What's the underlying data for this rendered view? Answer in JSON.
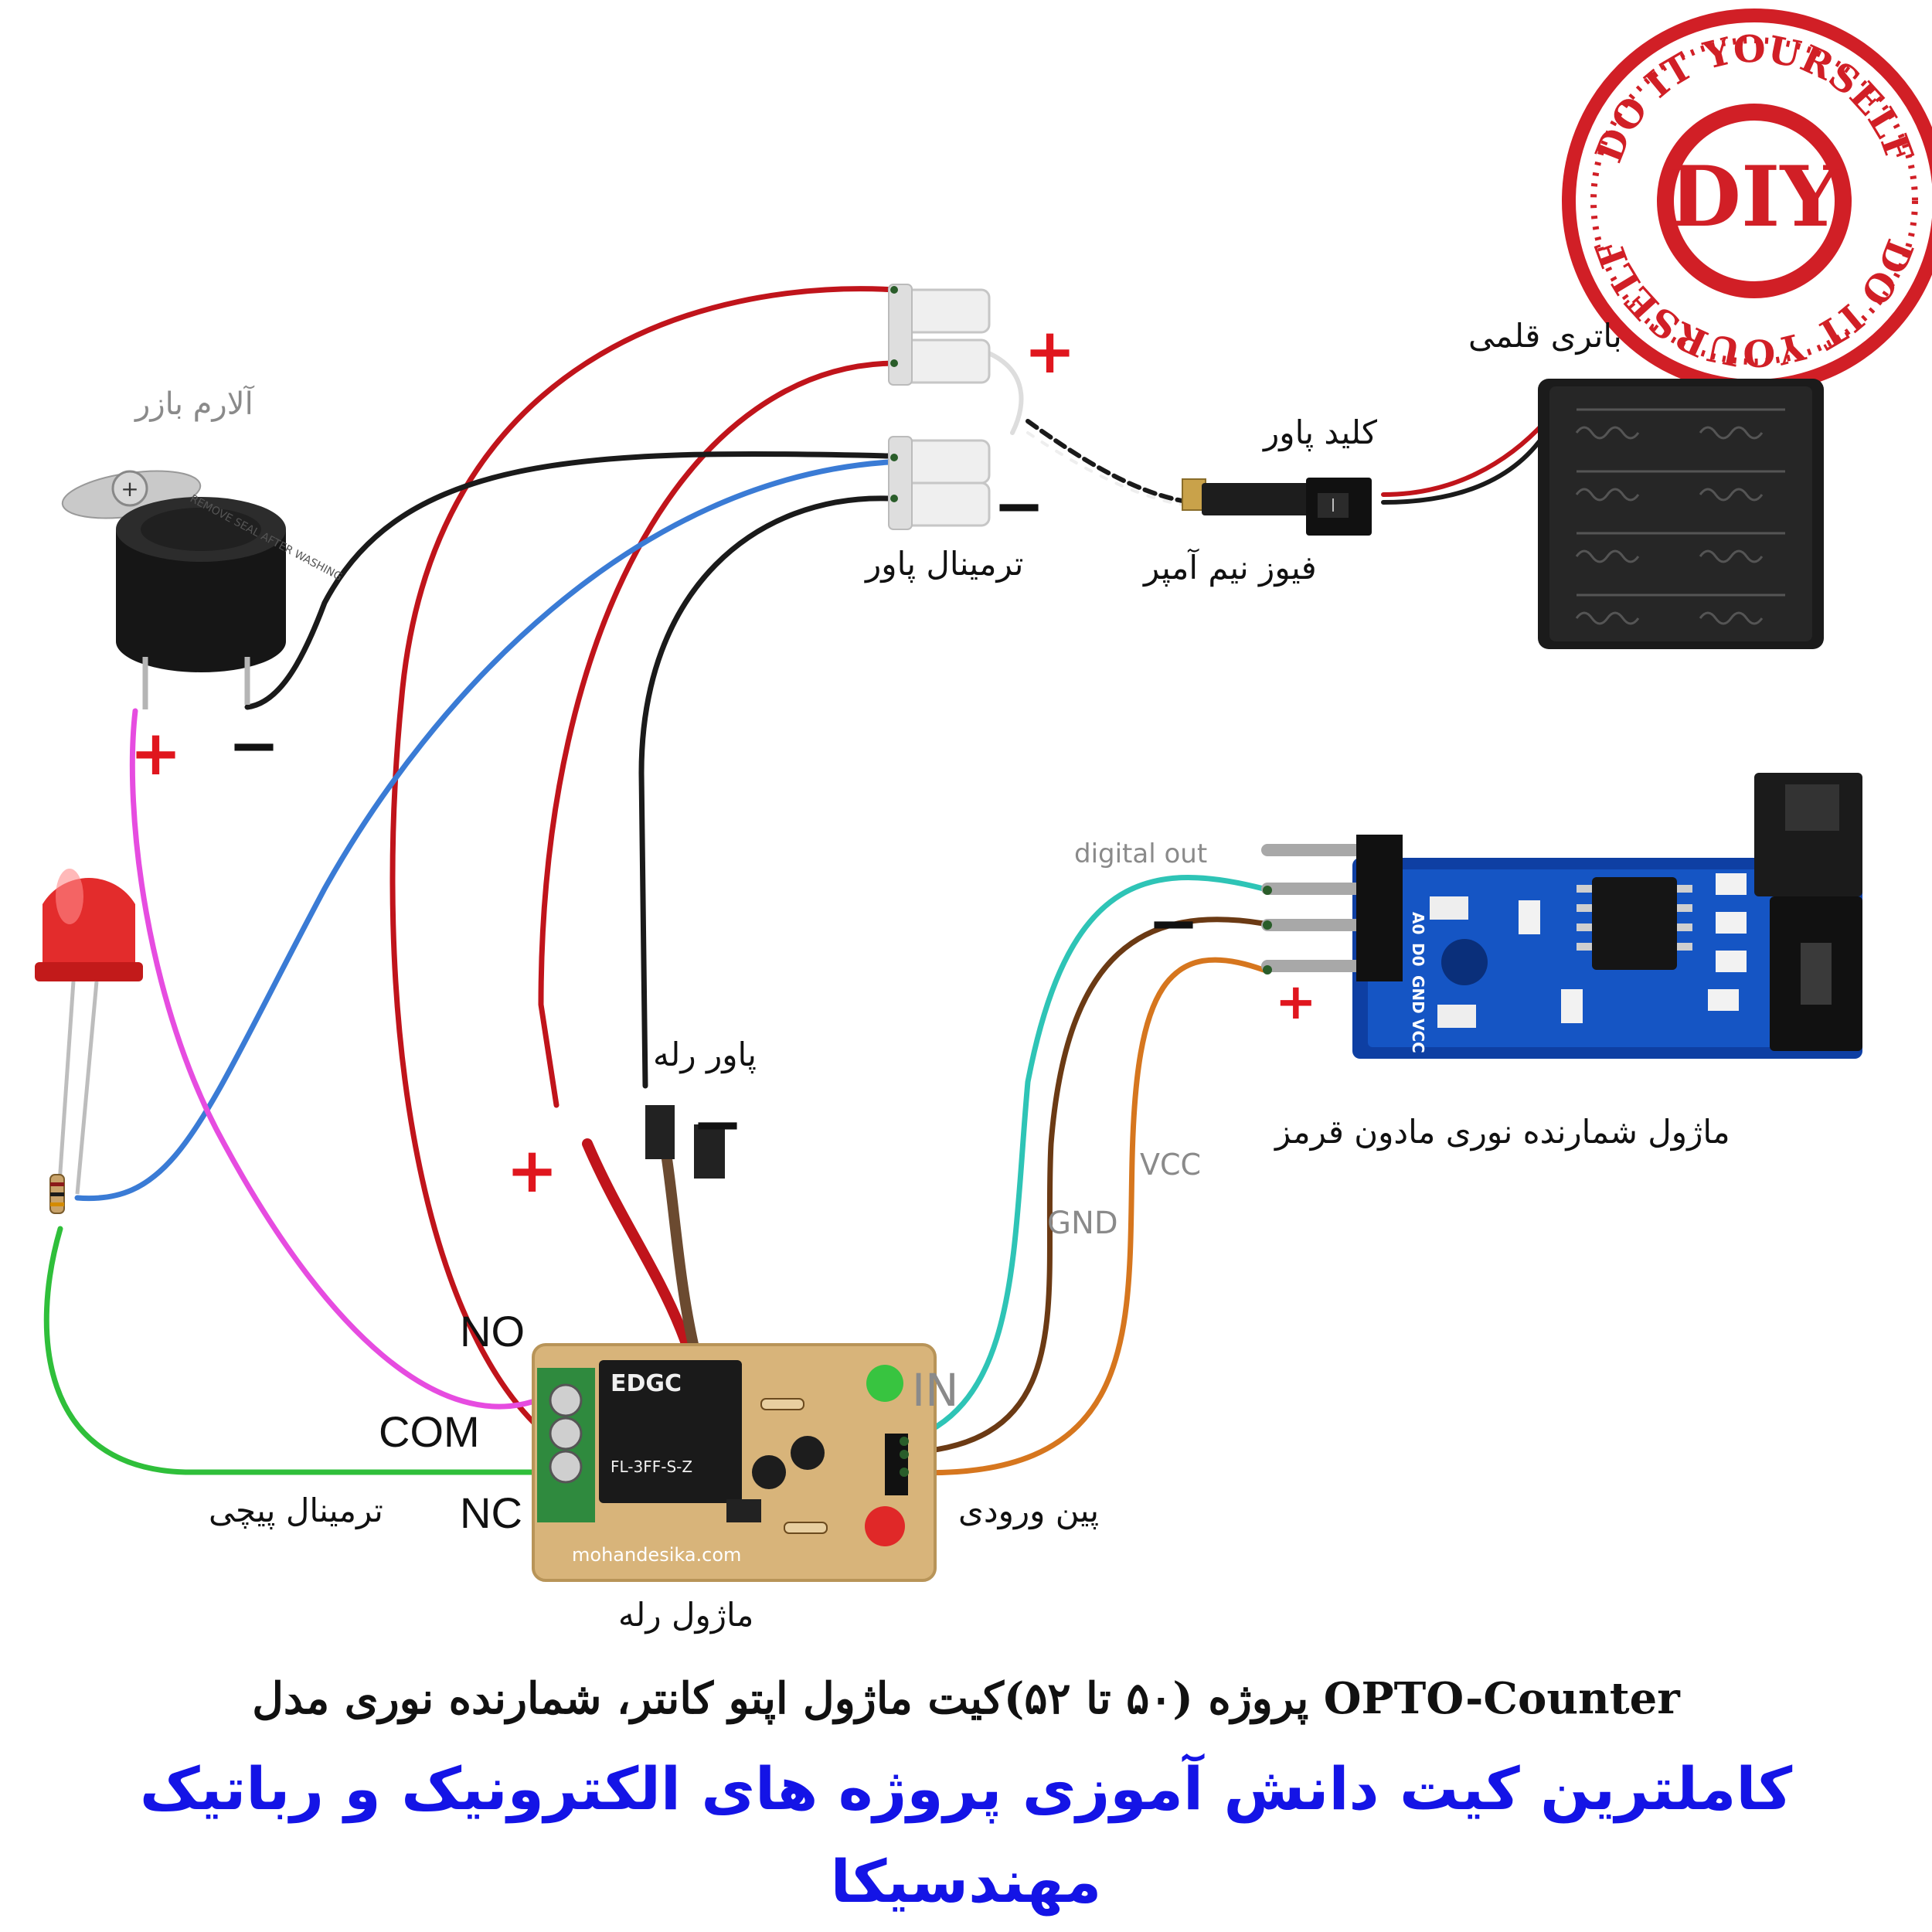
{
  "badge": {
    "center_text": "DIY",
    "ring_text": "DO IT YOURSELF",
    "color": "#d11f26"
  },
  "labels": {
    "buzzer": "آلارم بازر",
    "battery": "باتری قلمی",
    "power_switch": "کلید پاور",
    "fuse": "فیوز نیم آمپر",
    "power_terminal": "ترمینال پاور",
    "relay_power": "پاور رله",
    "sensor_module": "ماژول شمارنده نوری مادون قرمز",
    "screw_terminal": "ترمینال پیچی",
    "input_pin": "پین ورودی",
    "relay_module": "ماژول رله"
  },
  "pins": {
    "no": "NO",
    "com": "COM",
    "nc": "NC",
    "in": "IN"
  },
  "wire_labels": {
    "digital_out": "digital out",
    "gnd": "GND",
    "vcc": "VCC"
  },
  "signs": {
    "plus": "+",
    "minus": "−"
  },
  "components": {
    "buzzer_sticker": "REMOVE SEAL AFTER WASHING",
    "relay_brand": "EDGC",
    "relay_model": "FL-3FF-S-Z",
    "board_url": "mohandesika.com",
    "sensor_pins": [
      "A0",
      "D0",
      "GND",
      "VCC"
    ]
  },
  "footer": {
    "line1": "پروژه (۵۰ تا ۵۲)کیت ماژول اپتو کانتر، شمارنده نوری مدل  OPTO-Counter",
    "line2": "کاملترین کیت دانش آموزی پروژه های الکترونیک و رباتیک",
    "line3": "مهندسیکا"
  },
  "colors": {
    "red_wire": "#c0141b",
    "black_wire": "#1a1a1a",
    "blue_wire": "#3a7bd5",
    "magenta_wire": "#e64ce0",
    "green_wire": "#2fbf3a",
    "cyan_wire": "#2ec4b6",
    "brown_wire": "#6b3a14",
    "orange_wire": "#d6761e",
    "footer_blue": "#1414e6"
  }
}
